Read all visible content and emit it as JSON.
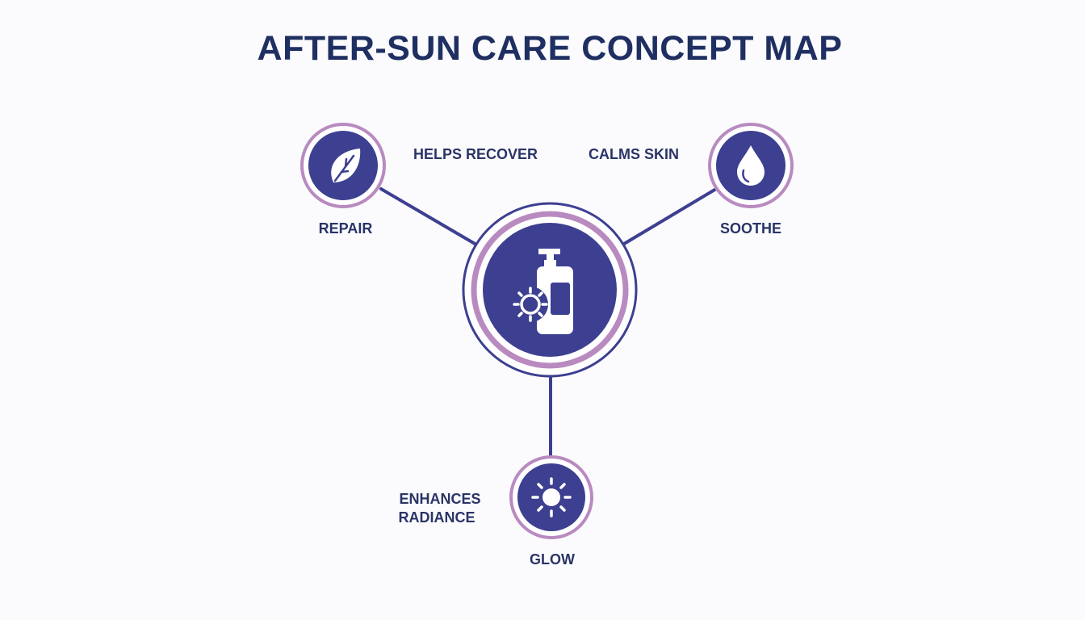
{
  "title": "AFTER-SUN CARE CONCEPT MAP",
  "colors": {
    "primary": "#3d3f91",
    "accent": "#b98ac0",
    "title": "#1f2f62",
    "text": "#2a3466",
    "background": "#fbfbfd"
  },
  "center": {
    "icon": "lotion-bottle-with-sun-icon"
  },
  "nodes": {
    "repair": {
      "label": "REPAIR",
      "link_label": "HELPS RECOVER",
      "icon": "leaf-icon"
    },
    "soothe": {
      "label": "SOOTHE",
      "link_label": "CALMS SKIN",
      "icon": "water-drop-icon"
    },
    "glow": {
      "label": "GLOW",
      "link_label_line1": "ENHANCES",
      "link_label_line2": "RADIANCE",
      "icon": "sun-icon"
    }
  }
}
